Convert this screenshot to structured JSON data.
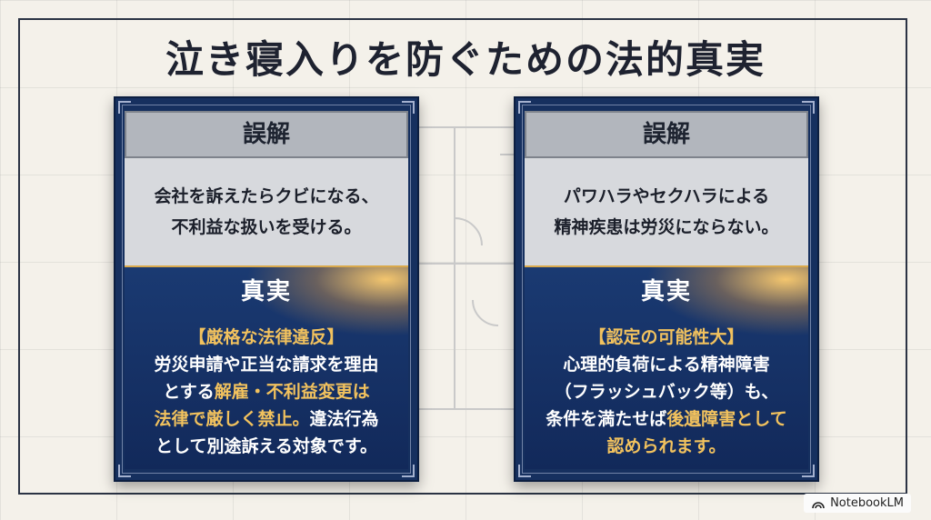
{
  "title": "泣き寝入りを防ぐための法的真実",
  "cards": [
    {
      "misc_heading": "誤解",
      "misc_lines": [
        "会社を訴えたらクビになる、",
        "不利益な扱いを受ける。"
      ],
      "truth_heading": "真実",
      "truth_lines": [
        [
          {
            "t": "【厳格な法律違反】",
            "gold": true
          }
        ],
        [
          {
            "t": "労災申請や正当な請求を理由",
            "gold": false
          }
        ],
        [
          {
            "t": "とする",
            "gold": false
          },
          {
            "t": "解雇・不利益変更は",
            "gold": true
          }
        ],
        [
          {
            "t": "法律で厳しく禁止。",
            "gold": true
          },
          {
            "t": "違法行為",
            "gold": false
          }
        ],
        [
          {
            "t": "として別途訴える対象です。",
            "gold": false
          }
        ]
      ]
    },
    {
      "misc_heading": "誤解",
      "misc_lines": [
        "パワハラやセクハラによる",
        "精神疾患は労災にならない。"
      ],
      "truth_heading": "真実",
      "truth_lines": [
        [
          {
            "t": "【認定の可能性大】",
            "gold": true
          }
        ],
        [
          {
            "t": "心理的負荷による精神障害",
            "gold": false
          }
        ],
        [
          {
            "t": "（フラッシュバック等）も、",
            "gold": false
          }
        ],
        [
          {
            "t": "条件を満たせば",
            "gold": false
          },
          {
            "t": "後遺障害として",
            "gold": true
          }
        ],
        [
          {
            "t": "認められます。",
            "gold": true
          }
        ]
      ]
    }
  ],
  "watermark": {
    "icon": "notebooklm-logo-icon",
    "text": "NotebookLM"
  },
  "colors": {
    "card_bg": "#16305f",
    "gold_text": "#f2c25e",
    "misc_header_bg": "#b2b6bd"
  }
}
